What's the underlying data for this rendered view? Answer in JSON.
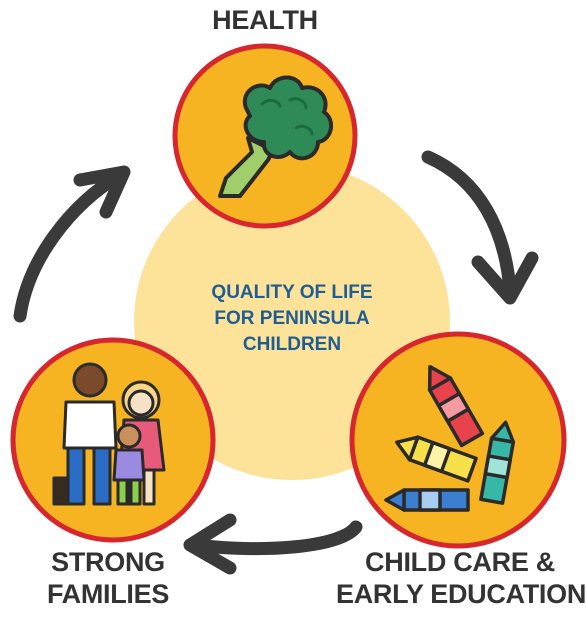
{
  "colors": {
    "center_circle": "#fde29a",
    "node_fill": "#f7b422",
    "node_ring": "#d8262f",
    "arrow": "#3a3a3a",
    "label_text": "#333333",
    "center_text": "#1f5d94"
  },
  "center": {
    "lines": [
      "QUALITY OF LIFE",
      "FOR PENINSULA",
      "CHILDREN"
    ]
  },
  "nodes": {
    "health": {
      "label_lines": [
        "HEALTH"
      ],
      "icon": "broccoli-icon"
    },
    "child_care": {
      "label_lines": [
        "CHILD CARE &",
        "EARLY EDUCATION"
      ],
      "icon": "crayons-icon"
    },
    "families": {
      "label_lines": [
        "STRONG",
        "FAMILIES"
      ],
      "icon": "family-icon"
    }
  },
  "arrows": [
    "arrow-health-to-childcare",
    "arrow-childcare-to-families",
    "arrow-families-to-health"
  ]
}
